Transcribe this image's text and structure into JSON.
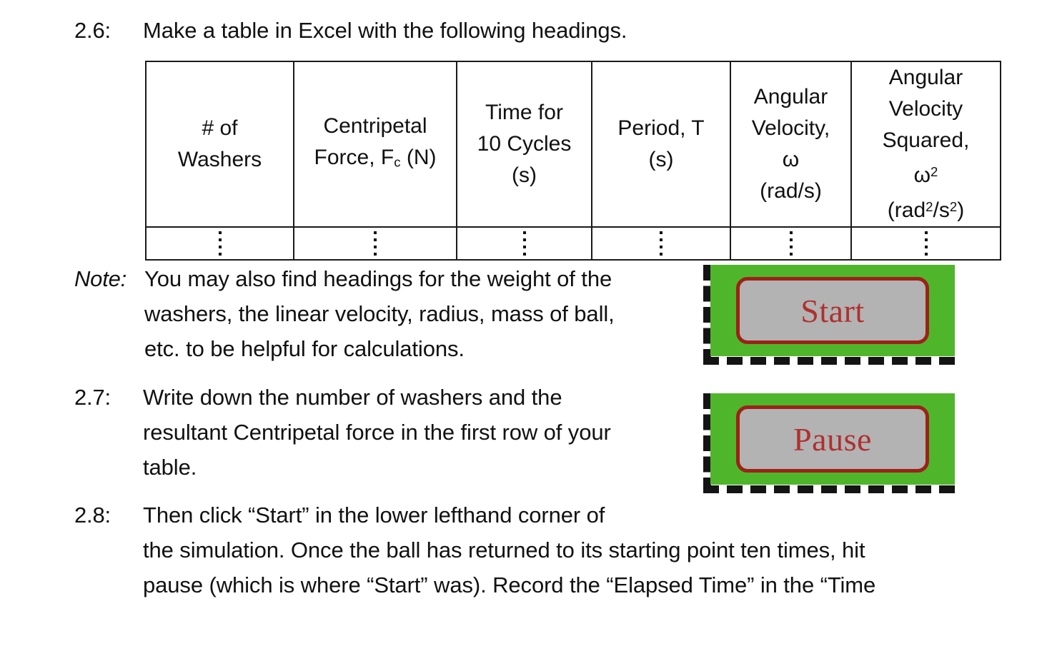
{
  "document": {
    "type": "physics-lab-handout",
    "colors": {
      "highlight_green": "#4fb62b",
      "button_face": "#b3b3b3",
      "button_border": "#9c2218",
      "button_text": "#b03030",
      "dash_outline": "#141414",
      "body_text": "#111111",
      "table_border": "#1a1a1a"
    }
  },
  "steps": {
    "s26": {
      "label": "2.6:",
      "lines": [
        "Make a table in Excel with the following headings."
      ]
    },
    "note": {
      "label": "Note:",
      "lines": [
        "You may also find headings for the weight of the",
        "washers, the linear velocity, radius, mass of ball,",
        "etc. to be helpful for calculations."
      ]
    },
    "s27": {
      "label": "2.7:",
      "lines": [
        "Write down the number of washers and the",
        "resultant Centripetal force in the first row of your",
        "table."
      ]
    },
    "s28": {
      "label": "2.8:",
      "lines": [
        "Then click “Start” in the lower lefthand corner of",
        "the simulation. Once the ball has returned to its starting point ten times, hit",
        "pause (which is where “Start” was). Record the “Elapsed Time” in the “Time"
      ]
    }
  },
  "table": {
    "columns": [
      {
        "id": "washers",
        "lines": [
          "# of",
          "Washers"
        ]
      },
      {
        "id": "centripetal-force",
        "lines": [
          "Centripetal",
          "Force, Fc (N)"
        ]
      },
      {
        "id": "time-10-cycles",
        "lines": [
          "Time for",
          "10 Cycles",
          "(s)"
        ]
      },
      {
        "id": "period",
        "lines": [
          "Period, T",
          "(s)"
        ]
      },
      {
        "id": "angular-velocity",
        "lines": [
          "Angular",
          "Velocity,",
          "ω",
          "(rad/s)"
        ]
      },
      {
        "id": "angular-velocity-squared",
        "lines": [
          "Angular",
          "Velocity",
          "Squared,",
          "ω²",
          "(rad²/s²)"
        ]
      }
    ],
    "data_row_placeholder": "⋮"
  },
  "callouts": [
    {
      "id": "start",
      "label": "Start"
    },
    {
      "id": "pause",
      "label": "Pause"
    }
  ]
}
